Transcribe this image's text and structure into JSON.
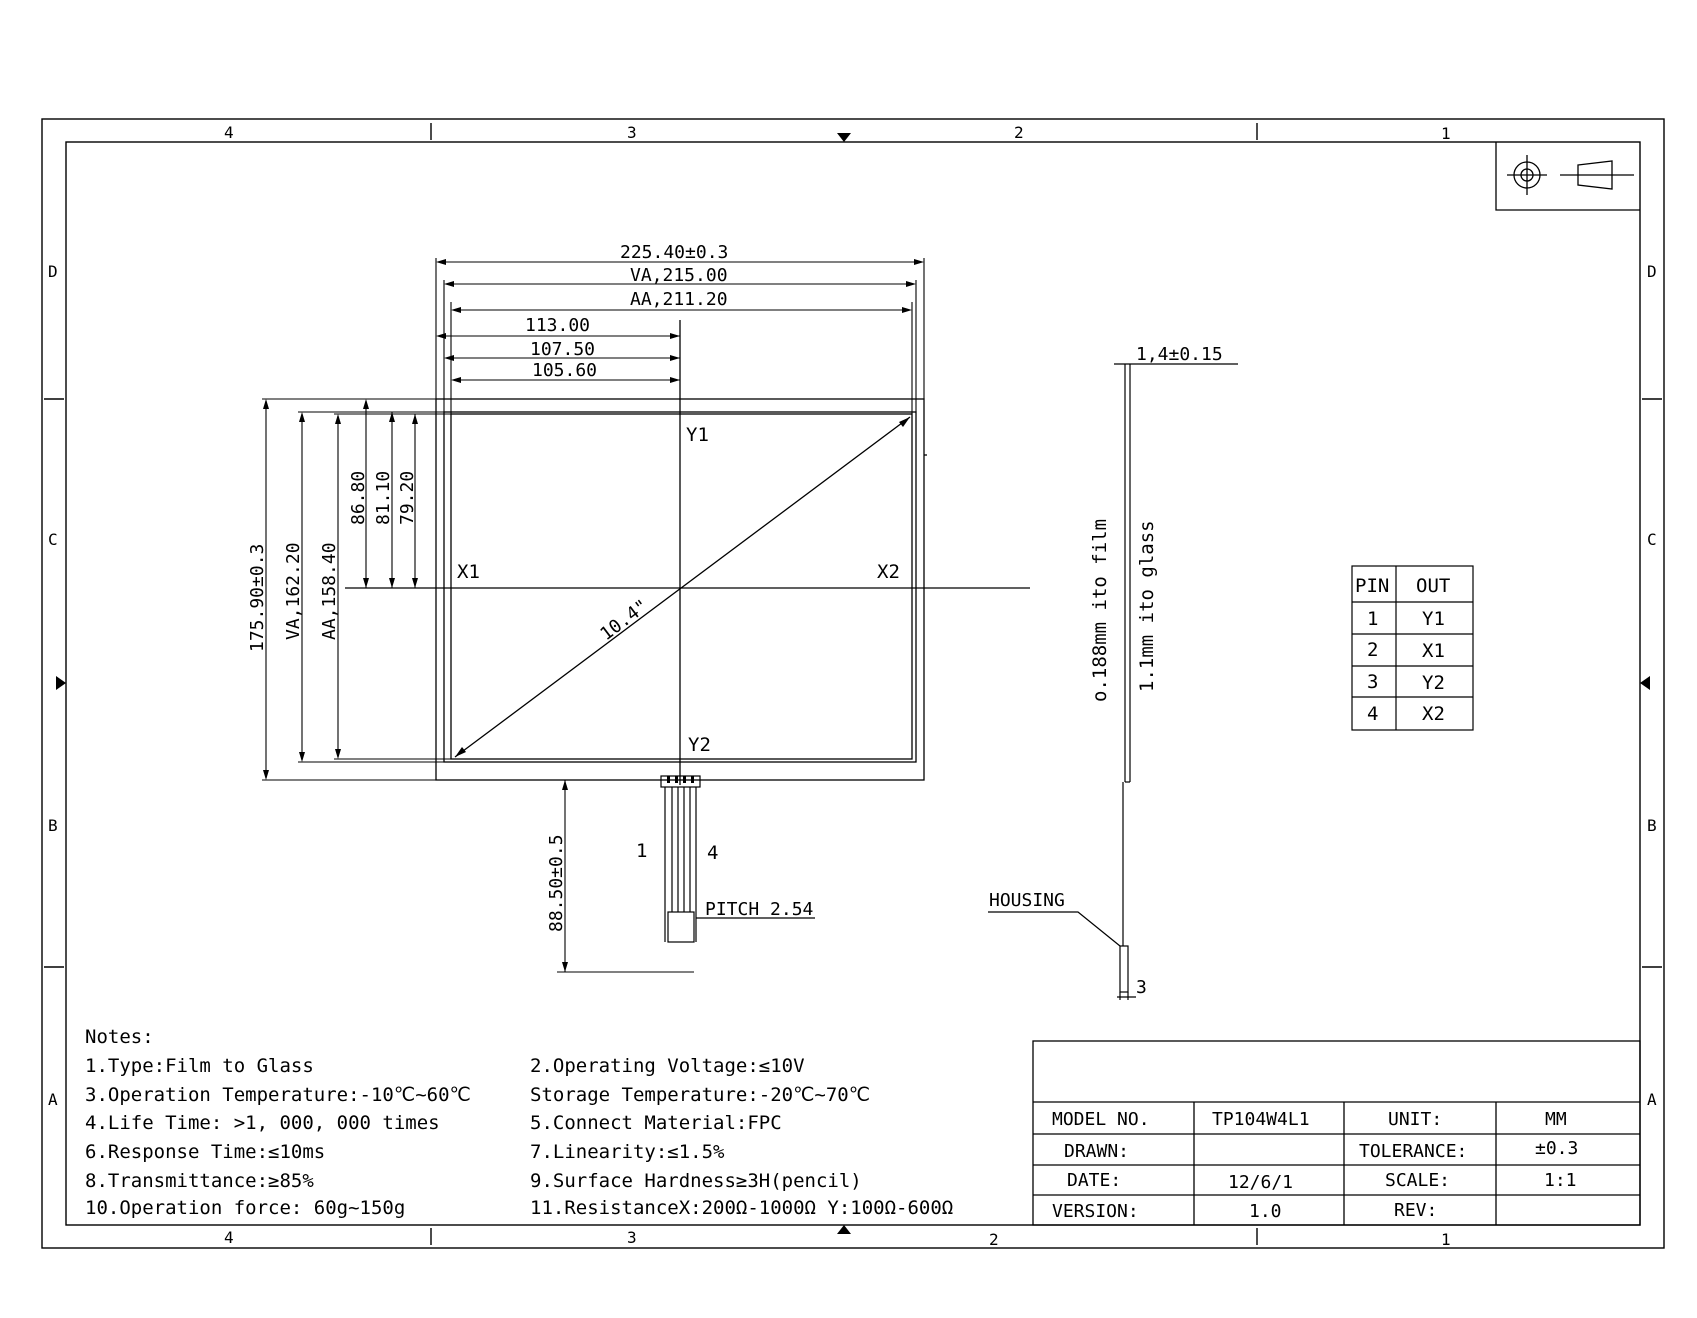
{
  "zones": {
    "cols_top": [
      "4",
      "3",
      "2",
      "1"
    ],
    "cols_bottom": [
      "4",
      "3",
      "2",
      "1"
    ],
    "rows_left": [
      "D",
      "C",
      "B",
      "A"
    ],
    "rows_right": [
      "D",
      "C",
      "B",
      "A"
    ]
  },
  "dims": {
    "overall_w": "225.40±0.3",
    "va_w": "VA,215.00",
    "aa_w": "AA,211.20",
    "center_113": "113.00",
    "center_1075": "107.50",
    "center_1056": "105.60",
    "overall_h": "175.90±0.3",
    "va_h": "VA,162.20",
    "aa_h": "AA,158.40",
    "h_868": "86.80",
    "h_811": "81.10",
    "h_792": "79.20",
    "diagonal": "10.4\"",
    "tail_len": "88.50±0.5",
    "pitch": "PITCH 2.54",
    "thickness": "1,4±0.15",
    "film": "o.188mm ito film",
    "glass": "1.1mm ito glass",
    "housing": "HOUSING",
    "housing_w": "3"
  },
  "electrodes": {
    "y1": "Y1",
    "x1": "X1",
    "x2": "X2",
    "y2": "Y2",
    "pin_first": "1",
    "pin_last": "4"
  },
  "pin_table": {
    "headers": [
      "PIN",
      "OUT"
    ],
    "rows": [
      [
        "1",
        "Y1"
      ],
      [
        "2",
        "X1"
      ],
      [
        "3",
        "Y2"
      ],
      [
        "4",
        "X2"
      ]
    ]
  },
  "notes": {
    "title": "Notes:",
    "items": [
      "1.Type:Film to Glass",
      "2.Operating Voltage:≤10V",
      "3.Operation Temperature:-10℃~60℃",
      "Storage Temperature:-20℃~70℃",
      "4.Life Time: >1, 000, 000 times",
      "5.Connect Material:FPC",
      "6.Response Time:≤10ms",
      "7.Linearity:≤1.5%",
      "8.Transmittance:≥85%",
      "9.Surface Hardness≥3H(pencil)",
      "10.Operation force: 60g~150g",
      "11.ResistanceX:200Ω-1000Ω  Y:100Ω-600Ω"
    ]
  },
  "title_block": {
    "rows": [
      [
        "MODEL NO.",
        "TP104W4L1",
        "UNIT:",
        "MM"
      ],
      [
        "DRAWN:",
        "",
        "TOLERANCE:",
        "±0.3"
      ],
      [
        "DATE:",
        "12/6/1",
        "SCALE:",
        "1:1"
      ],
      [
        "VERSION:",
        "1.0",
        "REV:",
        ""
      ]
    ]
  }
}
